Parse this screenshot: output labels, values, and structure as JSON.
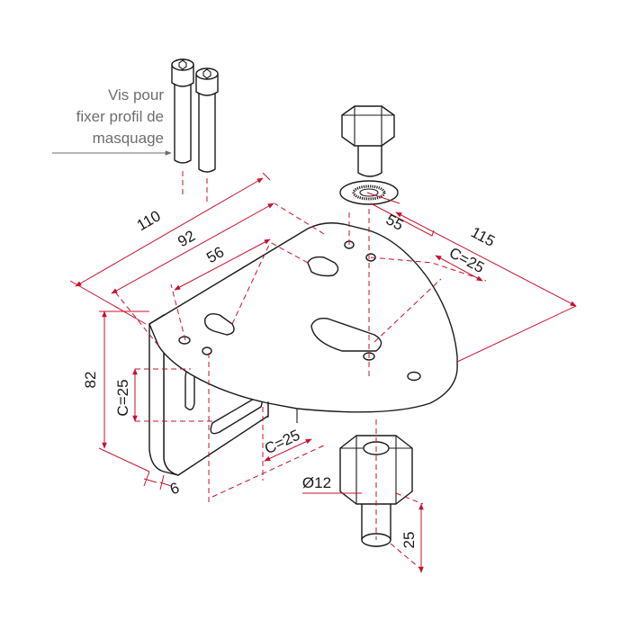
{
  "caption": {
    "line1": "Vis pour",
    "line2": "fixer profil de",
    "line3": "masquage"
  },
  "dimensions": {
    "d110": "110",
    "d92": "92",
    "d56": "56",
    "d55": "55",
    "d115": "115",
    "c25_top": "C=25",
    "d82": "82",
    "c25_side": "C=25",
    "c25_bottom": "C=25",
    "d6": "6",
    "d12": "Ø12",
    "d25": "25"
  },
  "colors": {
    "dimension": "#c8102e",
    "outline": "#1a1a1a",
    "caption": "#6e6e6e"
  }
}
